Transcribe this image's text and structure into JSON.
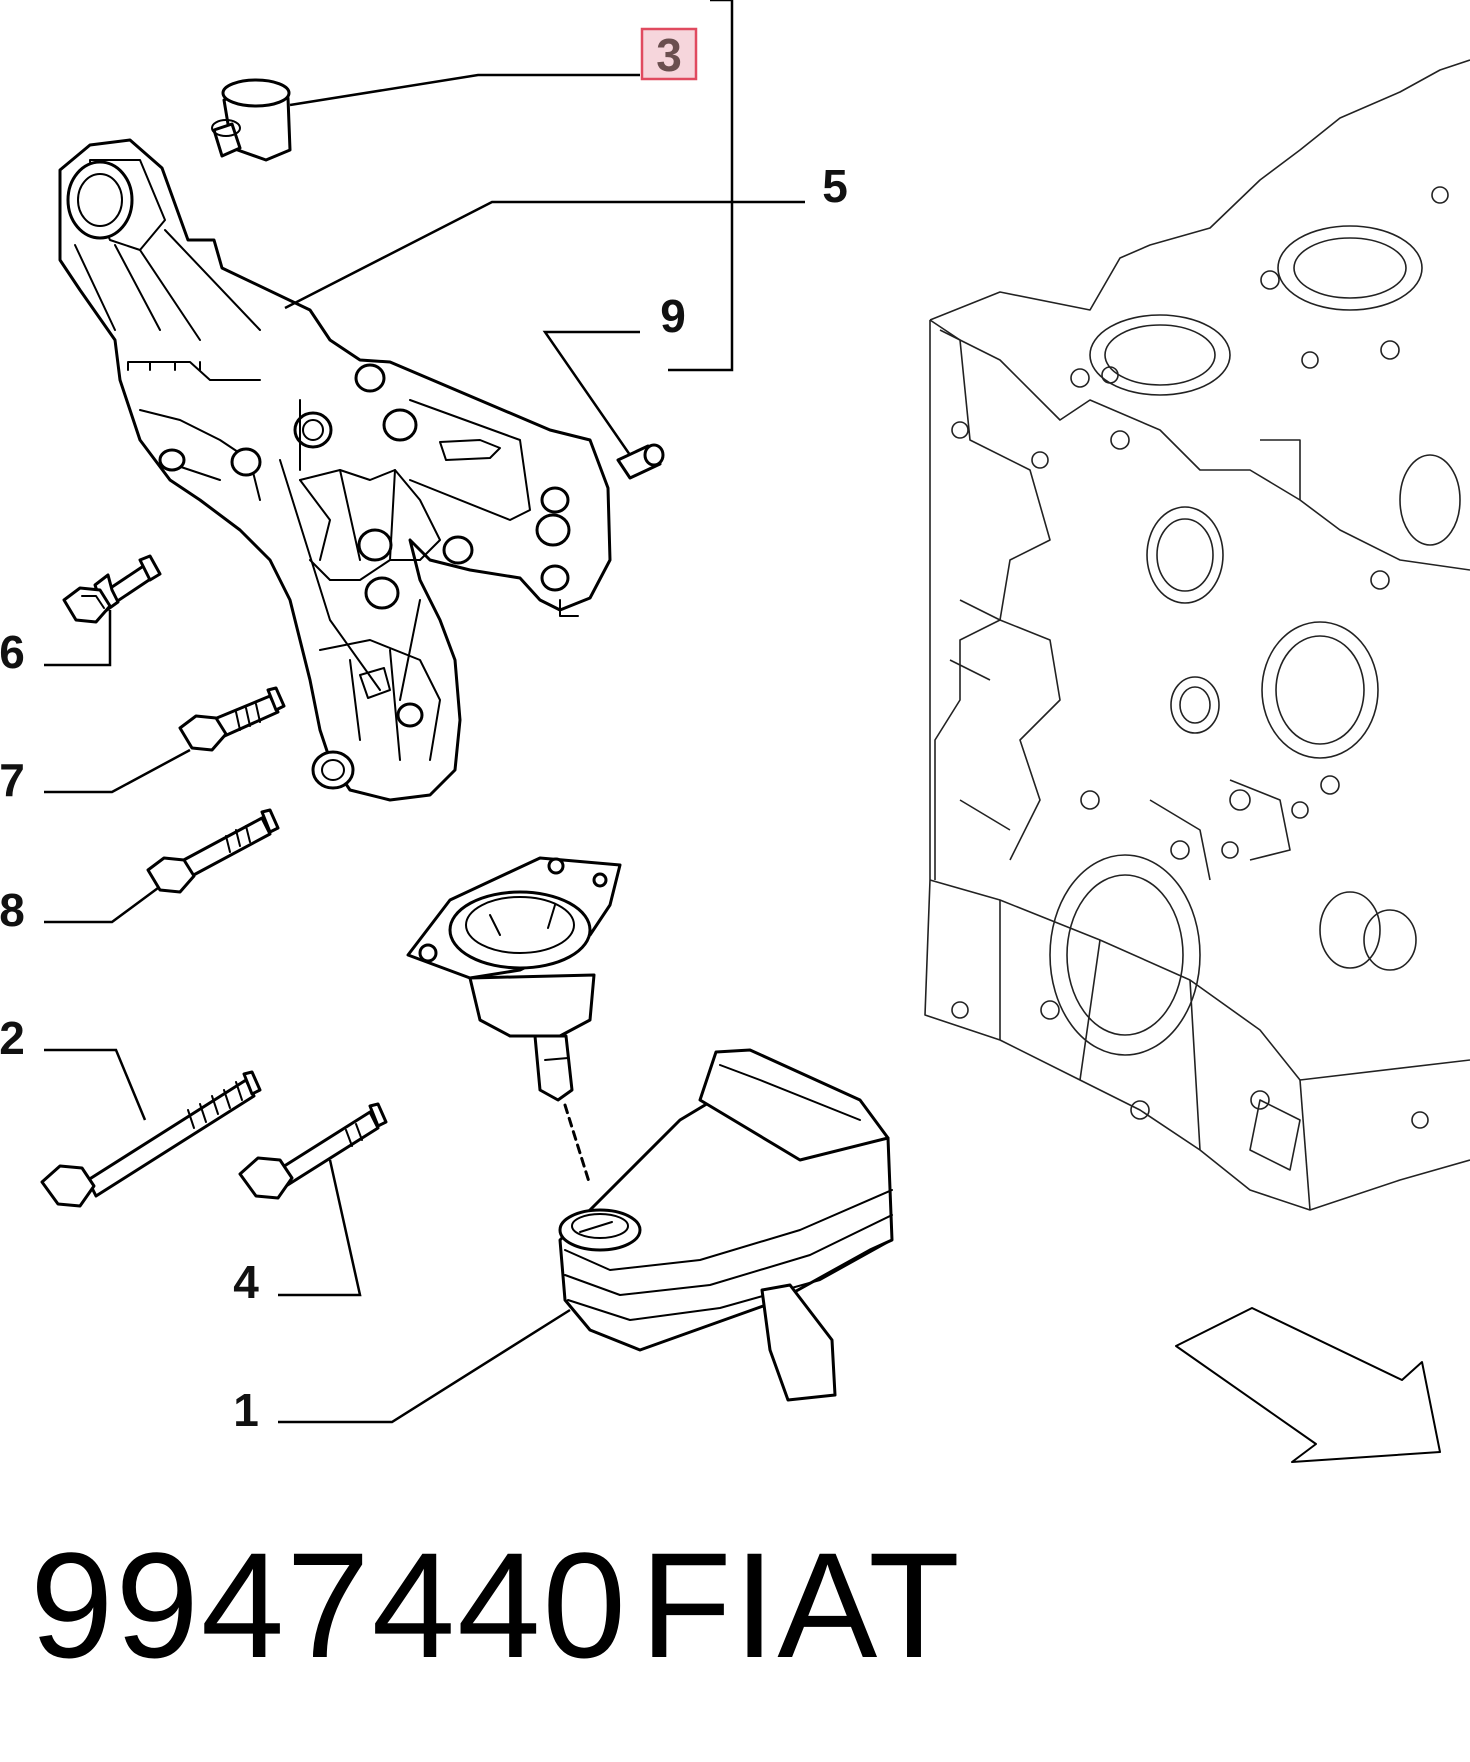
{
  "diagram": {
    "callouts": [
      {
        "id": "c3",
        "label": "3",
        "highlight": true
      },
      {
        "id": "c5",
        "label": "5"
      },
      {
        "id": "c9",
        "label": "9"
      },
      {
        "id": "c6",
        "label": "6"
      },
      {
        "id": "c7",
        "label": "7"
      },
      {
        "id": "c8",
        "label": "8"
      },
      {
        "id": "c2",
        "label": "2"
      },
      {
        "id": "c4",
        "label": "4"
      },
      {
        "id": "c1",
        "label": "1"
      }
    ],
    "colors": {
      "highlight_fill": "#f6d6dc",
      "highlight_border": "#e04a5f",
      "highlight_text": "#6a4f4f",
      "line": "#000000"
    }
  },
  "footer": {
    "part_number": "9947440",
    "brand": "FIAT"
  }
}
